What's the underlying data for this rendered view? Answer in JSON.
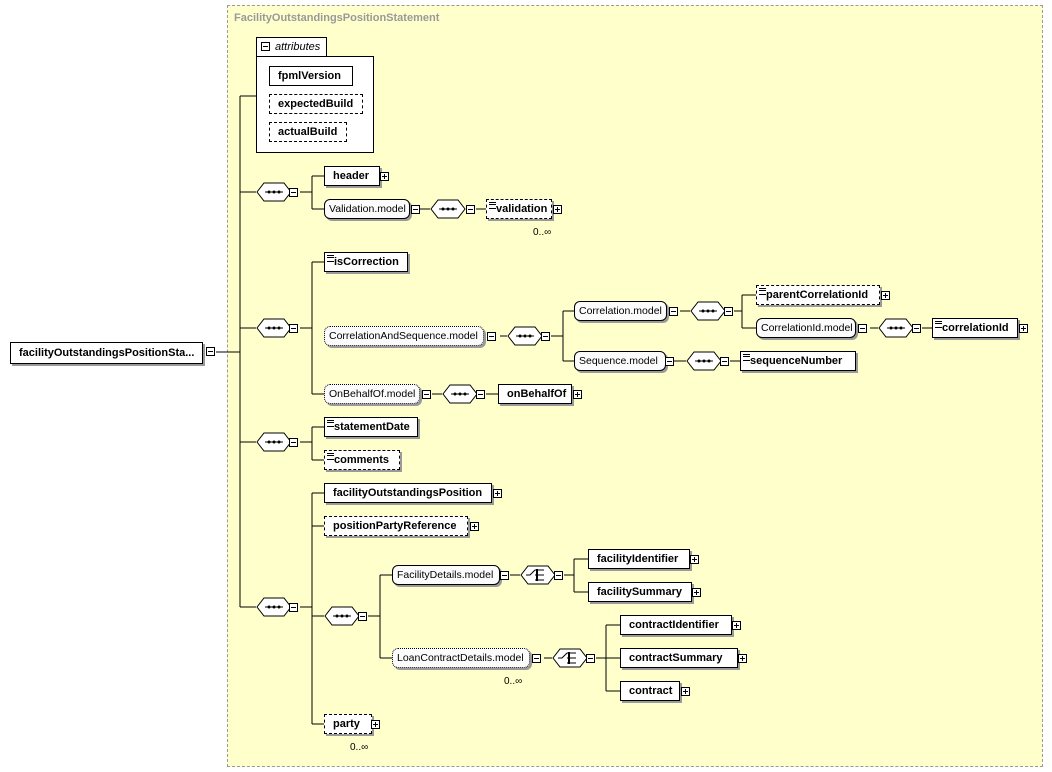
{
  "panel_title": "FacilityOutstandingsPositionStatement",
  "root_element": "facilityOutstandingsPositionSta...",
  "attributes": {
    "label": "attributes",
    "items": [
      "fpmlVersion",
      "expectedBuild",
      "actualBuild"
    ]
  },
  "elements": {
    "header": "header",
    "validation_model": "Validation.model",
    "validation": "validation",
    "validation_mult": "0..∞",
    "is_correction": "isCorrection",
    "correlation_and_sequence_model": "CorrelationAndSequence.model",
    "correlation_model": "Correlation.model",
    "parent_correlation_id": "parentCorrelationId",
    "correlation_id_model": "CorrelationId.model",
    "correlation_id": "correlationId",
    "sequence_model": "Sequence.model",
    "sequence_number": "sequenceNumber",
    "on_behalf_of_model": "OnBehalfOf.model",
    "on_behalf_of": "onBehalfOf",
    "statement_date": "statementDate",
    "comments": "comments",
    "facility_outstandings_position": "facilityOutstandingsPosition",
    "position_party_reference": "positionPartyReference",
    "facility_details_model": "FacilityDetails.model",
    "facility_identifier": "facilityIdentifier",
    "facility_summary": "facilitySummary",
    "loan_contract_details_model": "LoanContractDetails.model",
    "loan_contract_mult": "0..∞",
    "contract_identifier": "contractIdentifier",
    "contract_summary": "contractSummary",
    "contract": "contract",
    "party": "party",
    "party_mult": "0..∞"
  }
}
